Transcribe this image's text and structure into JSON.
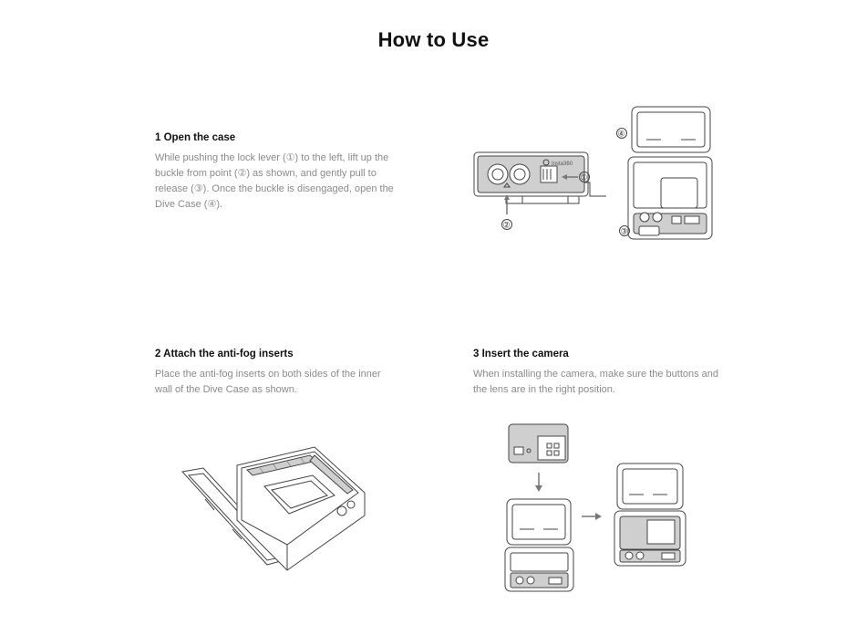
{
  "page": {
    "title": "How to Use"
  },
  "steps": [
    {
      "heading": "1 Open the case",
      "body": "While pushing the lock lever (①) to the left, lift up the buckle from point (②) as shown, and gently pull to release (③). Once the buckle is disengaged, open the Dive Case (④)."
    },
    {
      "heading": "2 Attach the anti-fog inserts",
      "body": "Place the anti-fog inserts on both sides of the inner wall of the Dive Case as shown."
    },
    {
      "heading": "3 Insert the camera",
      "body": "When installing the camera, make sure the buttons and the lens are in the right position."
    }
  ],
  "illustrations": {
    "step1": {
      "brand_label": "Insta360",
      "callouts": [
        "①",
        "②",
        "③",
        "④"
      ]
    },
    "step2": {},
    "step3": {}
  },
  "colors": {
    "heading": "#111111",
    "body_text": "#8a8a8a",
    "line_art": "#444444",
    "arrow": "#777777"
  }
}
